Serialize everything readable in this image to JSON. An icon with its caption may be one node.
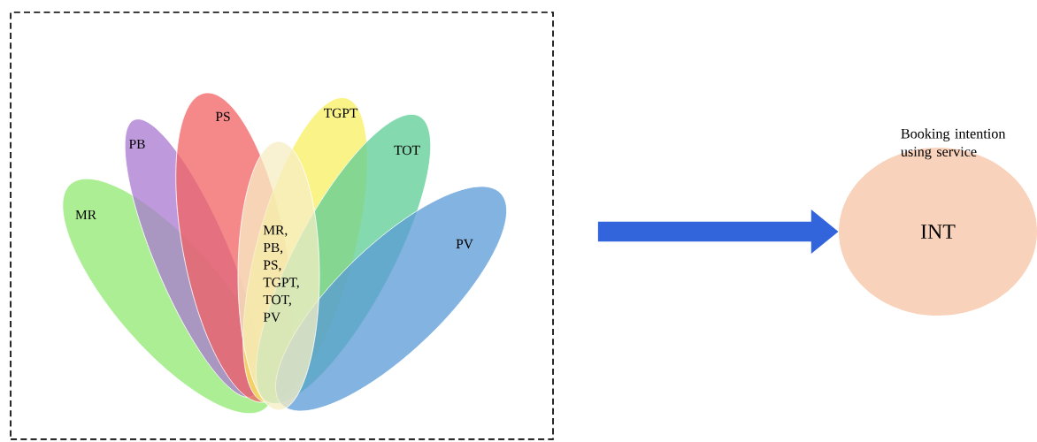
{
  "diagram": {
    "nodes": [
      {
        "text": [],
        "shape": "box"
      },
      {
        "text": [
          "MR"
        ],
        "in": 0
      },
      {
        "text": [
          "PB"
        ],
        "in": 0
      },
      {
        "text": [
          "PS"
        ],
        "in": 0
      },
      {
        "text": [
          "TGPT"
        ],
        "in": 0
      },
      {
        "text": [
          "TOT"
        ],
        "in": 0
      },
      {
        "text": [
          "PV"
        ],
        "in": 0
      },
      {
        "text": [
          "MR, PB, PS, TGPT, TOT, PV"
        ],
        "in": 0
      },
      {
        "text": [
          "Booking intention using service",
          "INT"
        ]
      }
    ],
    "edges": [
      {
        "from": 0,
        "to": 8,
        "arrow": "to"
      }
    ]
  }
}
